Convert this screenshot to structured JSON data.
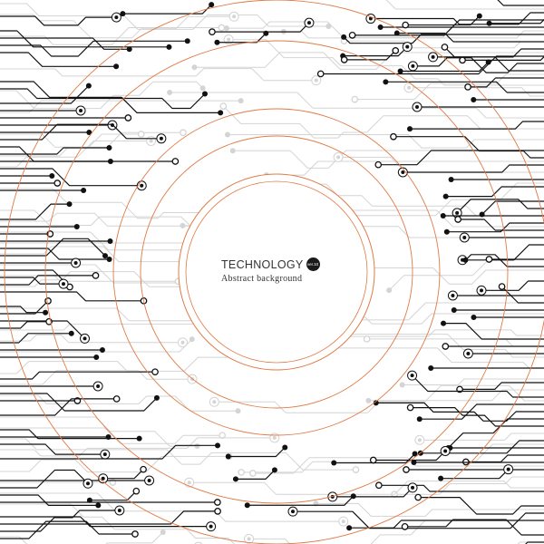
{
  "title": "TECHNOLOGY",
  "badge": "ver.10",
  "subtitle": "Abstract background",
  "colors": {
    "background": "#ffffff",
    "trace_dark": "#111111",
    "trace_light": "#d4d4d4",
    "ring_accent": "#e07a45",
    "text": "#333333"
  },
  "motif": "circuit-board-traces-with-concentric-rings"
}
